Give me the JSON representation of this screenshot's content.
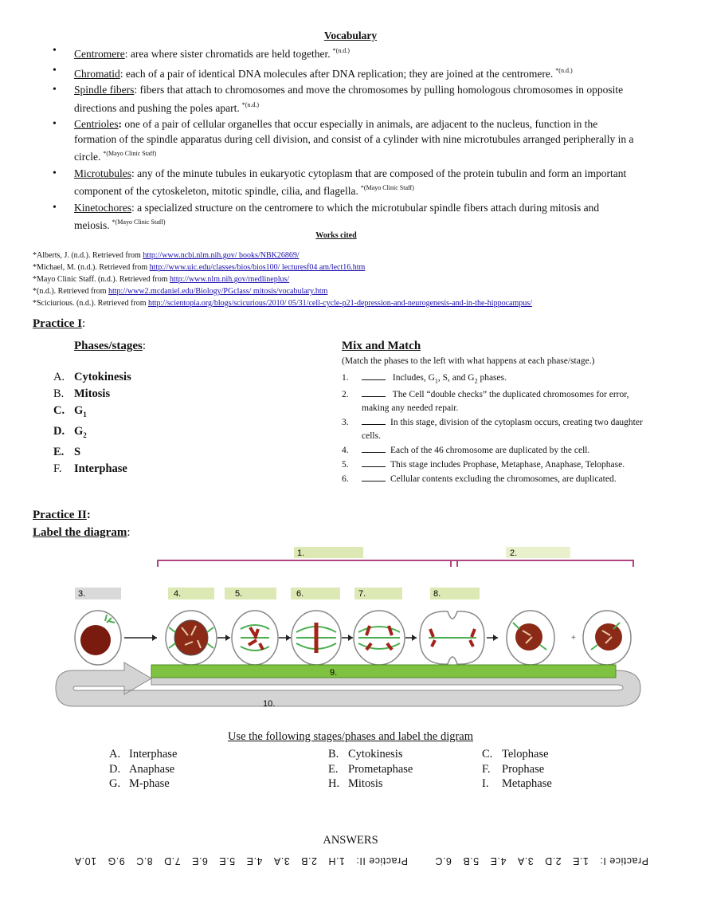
{
  "vocabulary": {
    "title": "Vocabulary",
    "items": [
      {
        "term": "Centromere",
        "sep": ": ",
        "def": "area where sister chromatids are held together.",
        "cite": "*(n.d.)"
      },
      {
        "term": "Chromatid",
        "sep": ": ",
        "def": "each of a pair of identical DNA molecules after DNA replication; they are joined at the centromere.",
        "cite": "*(n.d.)"
      },
      {
        "term": "Spindle fibers",
        "sep": ": ",
        "def": "fibers that attach to chromosomes and move the chromosomes by pulling homologous chromosomes in opposite directions and pushing the poles apart.",
        "cite": "*(n.d.)"
      },
      {
        "term": "Centrioles",
        "sep": ": ",
        "def": "one of a pair of cellular organelles that occur especially in animals, are adjacent to the nucleus, function in the formation of the spindle apparatus during cell division, and consist of a cylinder with nine microtubules arranged peripherally in a circle.",
        "cite": "*(Mayo Clinic Staff)"
      },
      {
        "term": "Microtubules",
        "sep": ": ",
        "def": "any of the minute tubules in eukaryotic cytoplasm that are composed of the protein tubulin and form an important component of the cytoskeleton, mitotic spindle, cilia, and flagella.",
        "cite": "*(Mayo Clinic Staff)"
      },
      {
        "term": "Kinetochores",
        "sep": ": ",
        "def": "a specialized structure on the centromere to which the microtubular spindle fibers attach during mitosis and meiosis.",
        "cite": "*(Mayo Clinic Staff)"
      }
    ]
  },
  "works_cited": {
    "title": "Works cited",
    "entries": [
      {
        "text": "*Alberts, J. (n.d.). Retrieved from ",
        "link": "http://www.ncbi.nlm.nih.gov/ books/NBK26869/"
      },
      {
        "text": "*Michael, M. (n.d.). Retrieved from ",
        "link": "http://www.uic.edu/classes/bios/bios100/  lecturesf04 am/lect16.htm"
      },
      {
        "text": "*Mayo Clinic Staff. (n.d.). Retrieved from ",
        "link": "http://www.nlm.nih.gov/medlineplus/"
      },
      {
        "text": "*(n.d.). Retrieved from  ",
        "link": "http://www2.mcdaniel.edu/Biology/PGclass/ mitosis/vocabulary.htm"
      },
      {
        "text": "*Sciciurious. (n.d.). Retrieved from ",
        "link": "http://scientopia.org/blogs/scicurious/2010/ 05/31/cell-cycle-p21-depression-and-neurogenesis-and-in-the-hippocampus/"
      }
    ]
  },
  "practice1": {
    "title": "Practice I",
    "colon": ":",
    "phases_title": "Phases/stages",
    "phases": [
      {
        "letter": "A.",
        "name": "Cytokinesis"
      },
      {
        "letter": "B.",
        "name": "Mitosis"
      },
      {
        "letter": "C.",
        "name": "G",
        "sub": "1"
      },
      {
        "letter": "D.",
        "name": "G",
        "sub": "2"
      },
      {
        "letter": "E.",
        "name": "S"
      },
      {
        "letter": "F.",
        "name": "Interphase"
      }
    ],
    "mix_title": "Mix and Match",
    "mix_subtitle": "(Match the phases to the left with what happens at each phase/stage.)",
    "items": [
      {
        "num": "1.",
        "text": "Includes, G1, S, and G2 phases."
      },
      {
        "num": "2.",
        "text": "The Cell “double checks” the duplicated chromosomes for error,                  making any needed repair."
      },
      {
        "num": "3.",
        "text": "In this stage, division of the cytoplasm occurs, creating two daughter cells."
      },
      {
        "num": "4.",
        "text": "Each of the 46 chromosome are duplicated by the cell."
      },
      {
        "num": "5.",
        "text": "This stage includes Prophase, Metaphase, Anaphase, Telophase."
      },
      {
        "num": "6.",
        "text": "Cellular contents excluding the chromosomes, are duplicated."
      }
    ]
  },
  "practice2": {
    "title": "Practice II",
    "colon": ":",
    "subtitle": "Label the diagram",
    "sub_colon": ":",
    "labels": [
      "1.",
      "2.",
      "3.",
      "4.",
      "5.",
      "6.",
      "7.",
      "8.",
      "9.",
      "10."
    ],
    "colors": {
      "label_green": "#dde9b4",
      "label_gray": "#d9d9d9",
      "bar_green": "#7fc241",
      "bracket": "#b0457f",
      "arrow_gray": "#d4d4d4",
      "nucleus": "#7a1b0f"
    }
  },
  "stages": {
    "title": "Use the following stages/phases and label the digram",
    "options": [
      [
        {
          "letter": "A.",
          "name": "Interphase"
        },
        {
          "letter": "B.",
          "name": "Cytokinesis"
        },
        {
          "letter": "C.",
          "name": "Telophase"
        }
      ],
      [
        {
          "letter": "D.",
          "name": "Anaphase"
        },
        {
          "letter": "E.",
          "name": "Prometaphase"
        },
        {
          "letter": "F.",
          "name": "Prophase"
        }
      ],
      [
        {
          "letter": "G.",
          "name": "M-phase"
        },
        {
          "letter": "H.",
          "name": "Mitosis"
        },
        {
          "letter": "I.",
          "name": "Metaphase"
        }
      ]
    ]
  },
  "answers": {
    "title": "ANSWERS",
    "line": [
      "Practice I:",
      "1.E",
      "2.D",
      "3.A",
      "4.E",
      "5.B",
      "6.C",
      "Practice II:",
      "1.H",
      "2.B",
      "3.A",
      "4.E",
      "5.E",
      "6.E",
      "7.D",
      "8.C",
      "9.G",
      "10.A"
    ]
  }
}
